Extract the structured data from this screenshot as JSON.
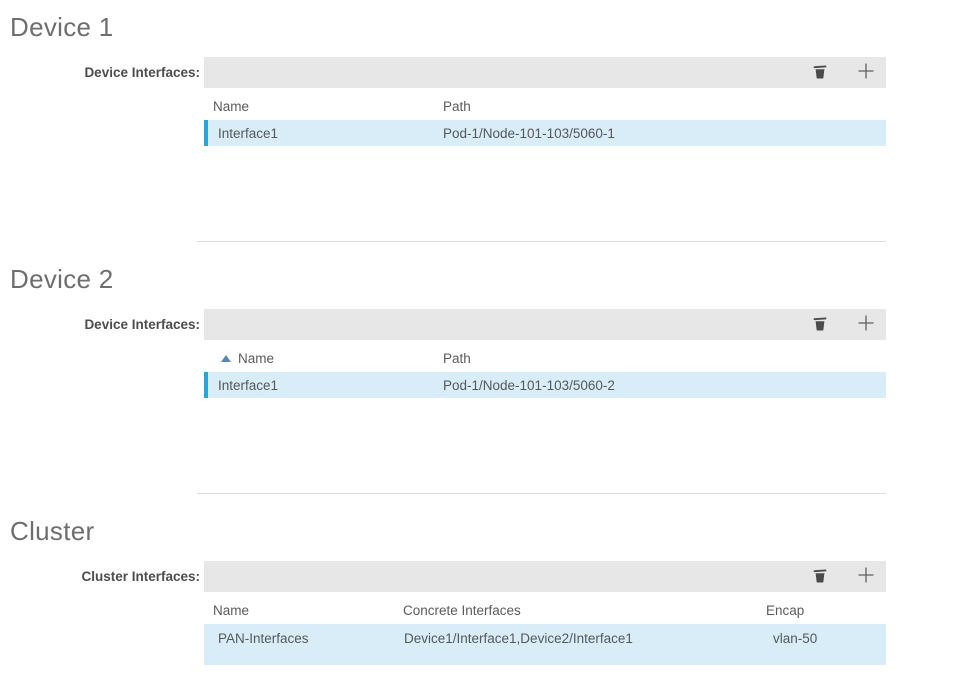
{
  "colors": {
    "toolbar_bg": "#e8e7e7",
    "row_bg": "#d9edf8",
    "row_accent": "#29a5d8",
    "sort_arrow": "#5d87a8",
    "heading_text": "#6e6e6e",
    "divider": "#dcdcdc"
  },
  "icons": {
    "delete": "trash-icon",
    "add": "plus-icon",
    "sort_ascending": "triangle-up-icon"
  },
  "sections": [
    {
      "heading": "Device 1",
      "label": "Device Interfaces:",
      "columns": [
        "Name",
        "Path"
      ],
      "rows": [
        {
          "name": "Interface1",
          "path": "Pod-1/Node-101-103/5060-1",
          "selected": true
        }
      ]
    },
    {
      "heading": "Device 2",
      "label": "Device Interfaces:",
      "sort": {
        "column": "Name",
        "direction": "ascending"
      },
      "columns": [
        "Name",
        "Path"
      ],
      "rows": [
        {
          "name": "Interface1",
          "path": "Pod-1/Node-101-103/5060-2",
          "selected": true
        }
      ]
    },
    {
      "heading": "Cluster",
      "label": "Cluster Interfaces:",
      "columns": [
        "Name",
        "Concrete Interfaces",
        "Encap"
      ],
      "rows": [
        {
          "name": "PAN-Interfaces",
          "concrete_interfaces": "Device1/Interface1,Device2/Interface1",
          "encap": "vlan-50",
          "selected": false
        }
      ]
    }
  ]
}
